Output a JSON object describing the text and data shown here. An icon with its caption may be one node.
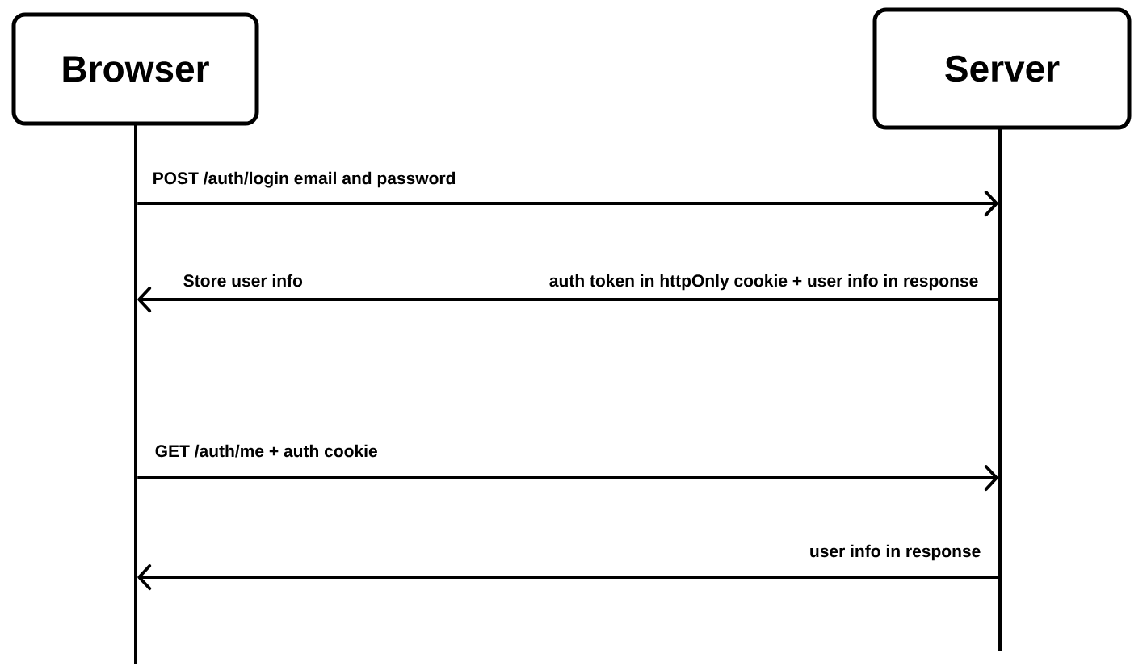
{
  "diagram": {
    "nodes": [
      {
        "text": [
          "Browser"
        ]
      },
      {
        "text": [
          "Server"
        ]
      },
      {
        "text": [],
        "shape": "line"
      },
      {
        "text": [],
        "shape": "line"
      }
    ],
    "edges": [
      {
        "from": 2,
        "to": 3,
        "arrow": "to",
        "label": "POST /auth/login email and password"
      },
      {
        "from": 3,
        "to": 2,
        "arrow": "to",
        "label": "auth token in httpOnly cookie + user info in response"
      },
      {
        "from": 2,
        "to": 3,
        "arrow": "to",
        "label": "GET /auth/me + auth cookie"
      },
      {
        "from": 3,
        "to": 2,
        "arrow": "to",
        "label": "user info in response"
      }
    ],
    "labels": [
      "Store user info"
    ]
  }
}
